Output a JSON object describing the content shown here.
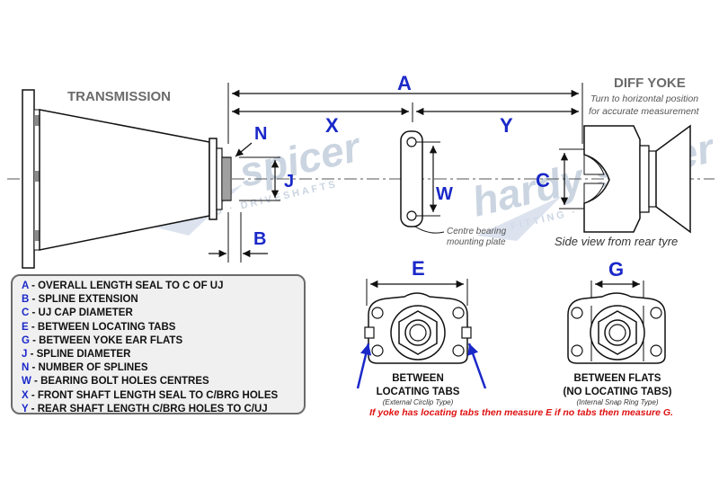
{
  "title_transmission": "TRANSMISSION",
  "title_diff_yoke": "DIFF YOKE",
  "diff_note_1": "Turn to horizontal position",
  "diff_note_2": "for accurate measurement",
  "side_view": "Side view from rear tyre",
  "bearing_note_1": "Centre bearing",
  "bearing_note_2": "mounting plate",
  "watermark": "hardy spicer",
  "watermark_sub": "FITTING · DRIVESHAFTS",
  "dim_labels": {
    "a": "A",
    "x": "X",
    "y": "Y",
    "n": "N",
    "j": "J",
    "b": "B",
    "w": "W",
    "c": "C",
    "e": "E",
    "g": "G"
  },
  "yoke_left": {
    "title_1": "BETWEEN",
    "title_2": "LOCATING TABS",
    "sub": "(External Circlip Type)"
  },
  "yoke_right": {
    "title_1": "BETWEEN FLATS",
    "title_2": "(NO LOCATING TABS)",
    "sub": "(Internal Snap Ring Type)"
  },
  "warning": "If yoke has locating tabs then measure E if no tabs then measure G.",
  "legend": [
    {
      "key": "A",
      "text": " - OVERALL LENGTH SEAL TO C OF UJ"
    },
    {
      "key": "B",
      "text": " - SPLINE EXTENSION"
    },
    {
      "key": "C",
      "text": " - UJ CAP DIAMETER"
    },
    {
      "key": "E",
      "text": " - BETWEEN LOCATING TABS"
    },
    {
      "key": "G",
      "text": " - BETWEEN YOKE EAR FLATS"
    },
    {
      "key": "J",
      "text": " - SPLINE DIAMETER"
    },
    {
      "key": "N",
      "text": " - NUMBER OF SPLINES"
    },
    {
      "key": "W",
      "text": " - BEARING BOLT HOLES CENTRES"
    },
    {
      "key": "X",
      "text": " - FRONT SHAFT LENGTH SEAL TO C/BRG HOLES"
    },
    {
      "key": "Y",
      "text": " - REAR SHAFT LENGTH C/BRG HOLES TO C/UJ"
    }
  ],
  "colors": {
    "accent_blue": "#1a28c8",
    "warning_red": "#e01010",
    "line": "#111111",
    "watermark": "#b9c6d8"
  }
}
